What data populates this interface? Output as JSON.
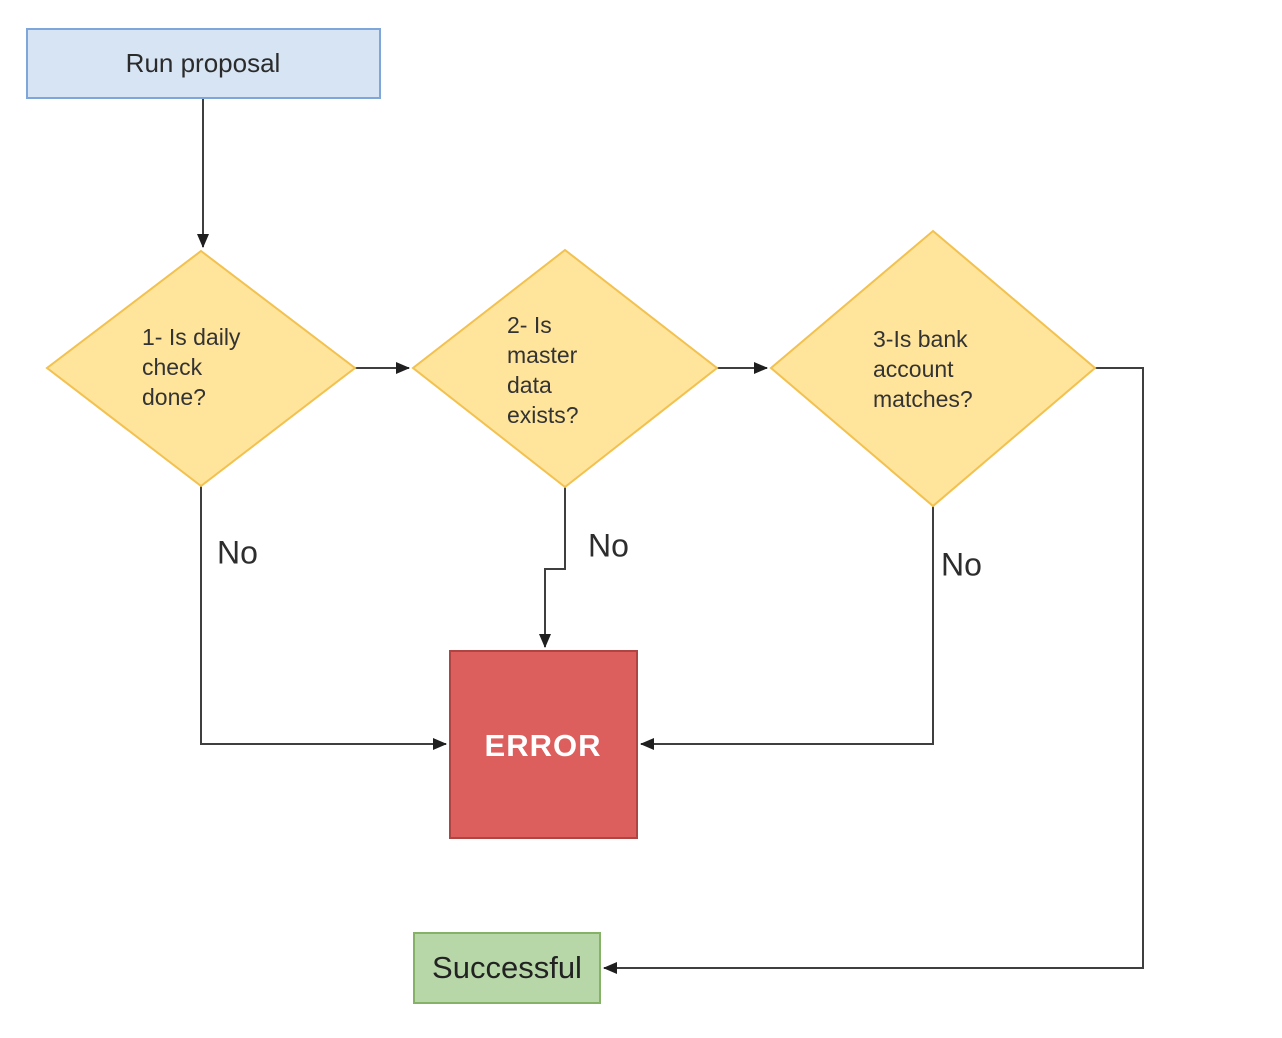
{
  "diagram": {
    "type": "flowchart",
    "background": "#ffffff",
    "line_color": "#3f3f3f",
    "arrow_color": "#1f1f1f",
    "text_color": "#333333",
    "nodes": {
      "start": {
        "shape": "rectangle",
        "label": "Run proposal",
        "fill": "#d7e4f3",
        "stroke": "#7ea6d9"
      },
      "decision1": {
        "shape": "diamond",
        "label": "1- Is daily check done?",
        "lines": [
          "1- Is daily",
          "check",
          "done?"
        ],
        "fill": "#ffe49b",
        "stroke": "#f2c14f"
      },
      "decision2": {
        "shape": "diamond",
        "label": "2- Is master data exists?",
        "lines": [
          "2- Is",
          "master",
          "data",
          "exists?"
        ],
        "fill": "#ffe49b",
        "stroke": "#f2c14f"
      },
      "decision3": {
        "shape": "diamond",
        "label": "3-Is bank account matches?",
        "lines": [
          "3-Is bank",
          "account",
          "matches?"
        ],
        "fill": "#ffe49b",
        "stroke": "#f2c14f"
      },
      "error": {
        "shape": "rectangle",
        "label": "ERROR",
        "fill": "#dc5e5d",
        "stroke": "#ae4543",
        "text_color": "#ffffff"
      },
      "success": {
        "shape": "rectangle",
        "label": "Successful",
        "fill": "#b7d7a8",
        "stroke": "#85b267"
      }
    },
    "edges": [
      {
        "from": "start",
        "to": "decision1",
        "label": ""
      },
      {
        "from": "decision1",
        "to": "decision2",
        "label": ""
      },
      {
        "from": "decision2",
        "to": "decision3",
        "label": ""
      },
      {
        "from": "decision1",
        "to": "error",
        "label": "No"
      },
      {
        "from": "decision2",
        "to": "error",
        "label": "No"
      },
      {
        "from": "decision3",
        "to": "error",
        "label": "No"
      },
      {
        "from": "decision3",
        "to": "success",
        "label": ""
      }
    ]
  }
}
